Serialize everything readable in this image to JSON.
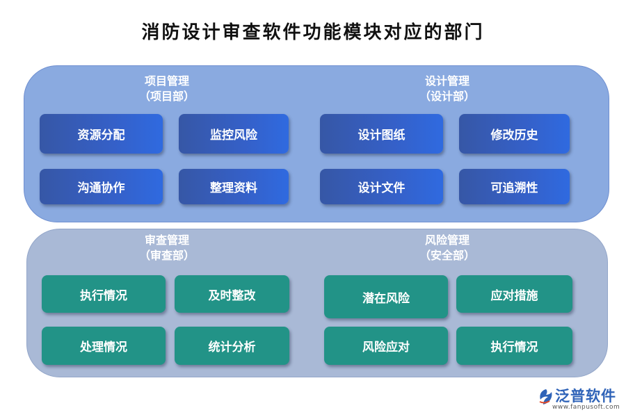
{
  "title": "消防设计审查软件功能模块对应的部门",
  "groups": {
    "project": {
      "name": "项目管理",
      "dept": "（项目部）",
      "items": [
        "资源分配",
        "监控风险",
        "沟通协作",
        "整理资料"
      ]
    },
    "design": {
      "name": "设计管理",
      "dept": "（设计部）",
      "items": [
        "设计图纸",
        "修改历史",
        "设计文件",
        "可追溯性"
      ]
    },
    "review": {
      "name": "审查管理",
      "dept": "（审查部）",
      "items": [
        "执行情况",
        "及时整改",
        "处理情况",
        "统计分析"
      ]
    },
    "risk": {
      "name": "风险管理",
      "dept": "（安全部）",
      "items": [
        "潜在风险",
        "应对措施",
        "风险应对",
        "执行情况"
      ]
    }
  },
  "logo": {
    "text": "泛普软件",
    "url": "www.fanpusoft.com",
    "icon": "fanpu-logo-icon"
  },
  "colors": {
    "top_panel": "#8aaae0",
    "bottom_panel": "#a9b9d6",
    "blue_box": "#3560c8",
    "teal_box": "#229387"
  }
}
